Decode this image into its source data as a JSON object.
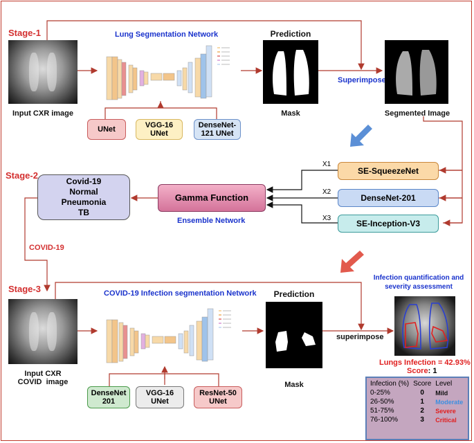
{
  "stages": {
    "s1": "Stage-1",
    "s2": "Stage-2",
    "s3": "Stage-3"
  },
  "stage1": {
    "network_title": "Lung Segmentation Network",
    "input_label": "Input CXR image",
    "prediction_label": "Prediction",
    "mask_label": "Mask",
    "superimpose_label": "Superimpose",
    "segmented_label": "Segmented Image",
    "models": [
      "UNet",
      "VGG-16\nUNet",
      "DenseNet-\n121 UNet"
    ]
  },
  "stage2": {
    "classes": "Covid-19\nNormal\nPneumonia\nTB",
    "gamma": "Gamma Function",
    "ensemble": "Ensemble Network",
    "x_labels": [
      "X1",
      "X2",
      "X3"
    ],
    "models": [
      "SE-SqueezeNet",
      "DenseNet-201",
      "SE-Inception-V3"
    ],
    "covid_label": "COVID-19"
  },
  "stage3": {
    "network_title": "COVID-19 Infection segmentation Network",
    "input_label": "Input CXR\nCOVID  image",
    "prediction_label": "Prediction",
    "mask_label": "Mask",
    "superimpose_label": "superimpose",
    "models": [
      "DenseNet\n201",
      "VGG-16\nUNet",
      "ResNet-50\nUNet"
    ],
    "infection_title": "Infection quantification and\nseverity assessment",
    "lungs_infection": "Lungs Infection = 42.93%",
    "score_label": "Score",
    "score_value": "1"
  },
  "severity_table": {
    "headers": [
      "Infection (%)",
      "Score",
      "Level"
    ],
    "rows": [
      {
        "range": "0-25%",
        "score": "0",
        "level": "Mild",
        "color": "#111111"
      },
      {
        "range": "26-50%",
        "score": "1",
        "level": "Moderate",
        "color": "#3d8fe0"
      },
      {
        "range": "51-75%",
        "score": "2",
        "level": "Severe",
        "color": "#e02020"
      },
      {
        "range": "76-100%",
        "score": "3",
        "level": "Critical",
        "color": "#e02020"
      }
    ]
  },
  "colors": {
    "arrow": "#b03a2e",
    "unet": "#f6c9c9",
    "vgg": "#fdf0c4",
    "densenet": "#d6e4f5",
    "squeeze": "#fbd9a8",
    "dense201": "#c9daf4",
    "inception": "#c7ecec",
    "gamma": "#e58aab",
    "classes": "#d3d3ef",
    "table_bg": "#c4a6bf"
  }
}
